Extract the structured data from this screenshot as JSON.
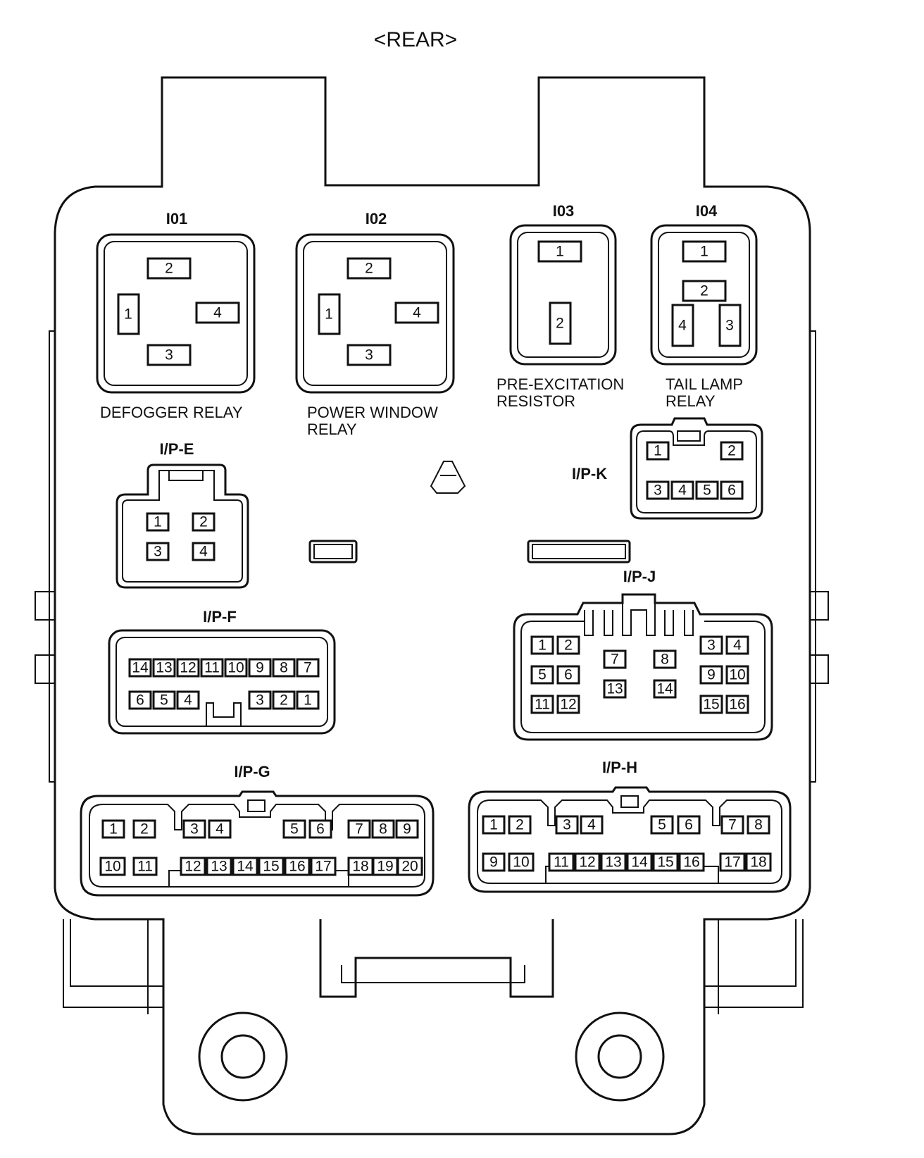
{
  "title": "<REAR>",
  "relays": {
    "i01": {
      "id": "I01",
      "caption": [
        "DEFOGGER RELAY"
      ],
      "pins": [
        "1",
        "2",
        "3",
        "4"
      ]
    },
    "i02": {
      "id": "I02",
      "caption": [
        "POWER WINDOW",
        "RELAY"
      ],
      "pins": [
        "1",
        "2",
        "3",
        "4"
      ]
    },
    "i03": {
      "id": "I03",
      "caption": [
        "PRE-EXCITATION",
        "RESISTOR"
      ],
      "pins": [
        "1",
        "2"
      ]
    },
    "i04": {
      "id": "I04",
      "caption": [
        "TAIL LAMP",
        "RELAY"
      ],
      "pins": [
        "1",
        "2",
        "3",
        "4"
      ]
    }
  },
  "connectors": {
    "ipe": {
      "id": "I/P-E",
      "pins": [
        "1",
        "2",
        "3",
        "4"
      ]
    },
    "ipk": {
      "id": "I/P-K",
      "pins": [
        "1",
        "2",
        "3",
        "4",
        "5",
        "6"
      ]
    },
    "ipf": {
      "id": "I/P-F",
      "pins": [
        "1",
        "2",
        "3",
        "4",
        "5",
        "6",
        "7",
        "8",
        "9",
        "10",
        "11",
        "12",
        "13",
        "14"
      ]
    },
    "ipj": {
      "id": "I/P-J",
      "pins": [
        "1",
        "2",
        "3",
        "4",
        "5",
        "6",
        "7",
        "8",
        "9",
        "10",
        "11",
        "12",
        "13",
        "14",
        "15",
        "16"
      ]
    },
    "ipg": {
      "id": "I/P-G",
      "pins": [
        "1",
        "2",
        "3",
        "4",
        "5",
        "6",
        "7",
        "8",
        "9",
        "10",
        "11",
        "12",
        "13",
        "14",
        "15",
        "16",
        "17",
        "18",
        "19",
        "20"
      ]
    },
    "iph": {
      "id": "I/P-H",
      "pins": [
        "1",
        "2",
        "3",
        "4",
        "5",
        "6",
        "7",
        "8",
        "9",
        "10",
        "11",
        "12",
        "13",
        "14",
        "15",
        "16",
        "17",
        "18"
      ]
    }
  }
}
